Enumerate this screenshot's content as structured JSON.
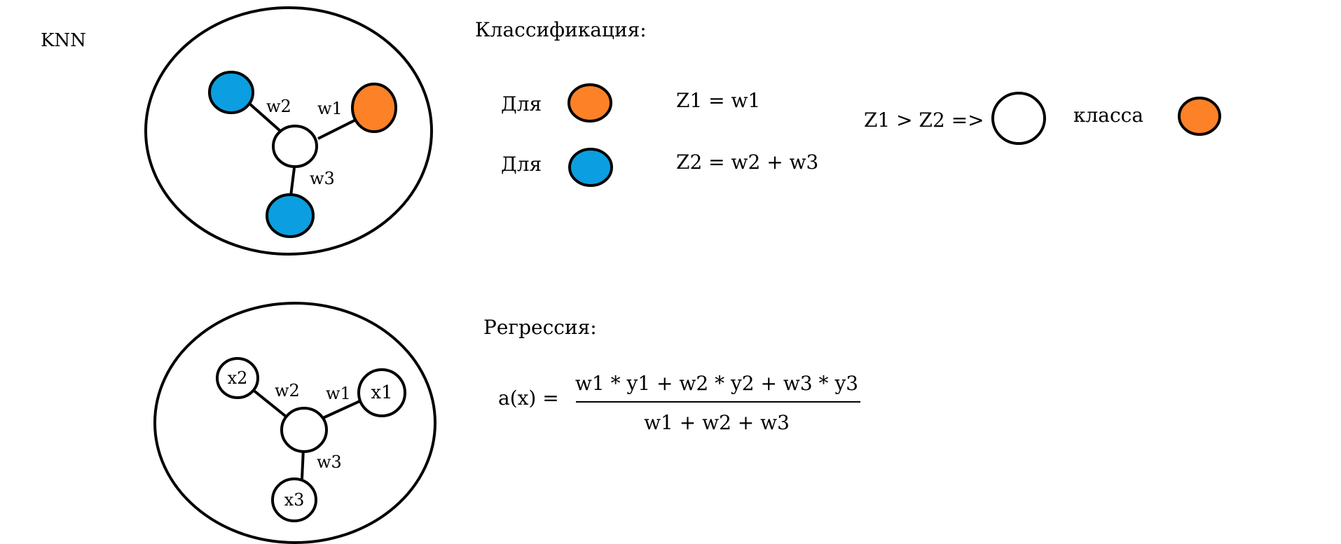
{
  "title": "KNN",
  "classification": {
    "heading": "Классификация:",
    "row1_label": "Для",
    "row2_label": "Для",
    "z1_formula": "Z1 = w1",
    "z2_formula": "Z2 = w2 + w3",
    "condition": "Z1 > Z2 =>",
    "class_label": "класса",
    "graph_edges": {
      "e1": "w1",
      "e2": "w2",
      "e3": "w3"
    }
  },
  "regression": {
    "heading": "Регрессия:",
    "lhs": "a(x) =",
    "numerator": "w1 * y1 + w2 * y2 + w3 * y3",
    "denominator": "w1 + w2 + w3",
    "graph_edges": {
      "e1": "w1",
      "e2": "w2",
      "e3": "w3"
    },
    "graph_nodes": {
      "n1": "x1",
      "n2": "x2",
      "n3": "x3"
    }
  },
  "colors": {
    "class_orange": "#fd8127",
    "class_blue": "#0b9ee0",
    "unknown": "#ffffff",
    "stroke": "#000000"
  }
}
